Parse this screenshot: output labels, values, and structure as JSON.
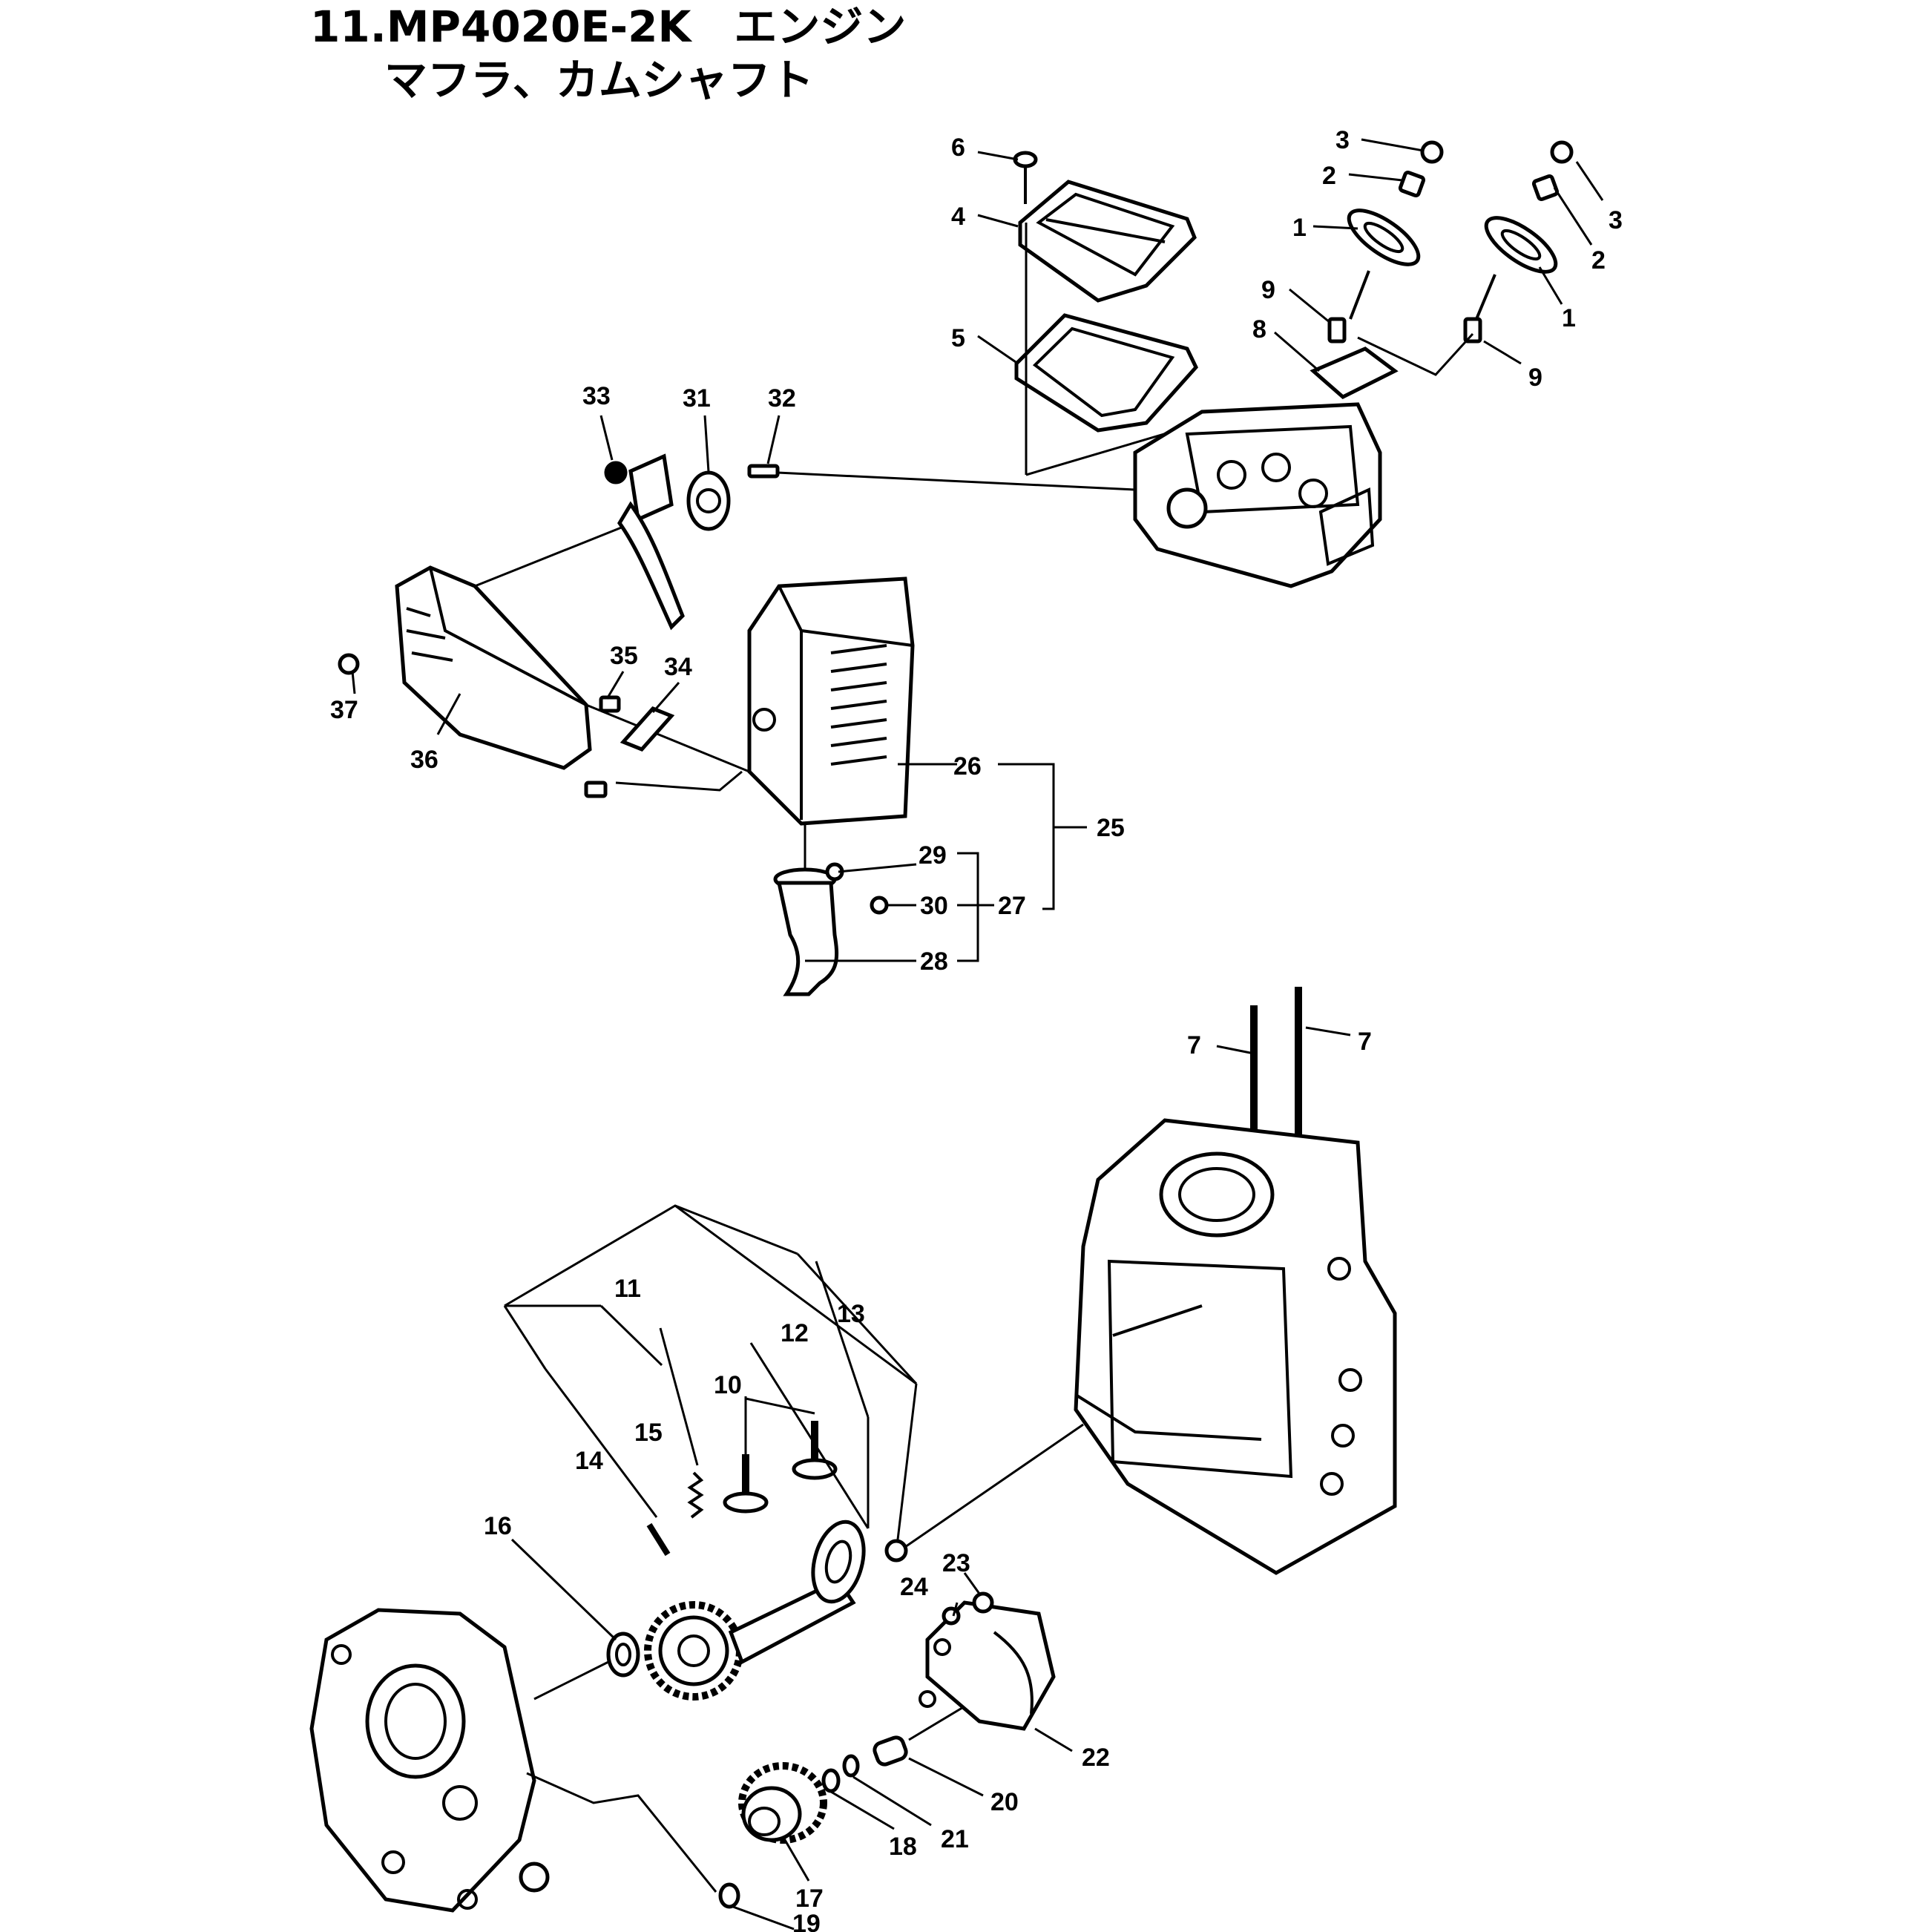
{
  "title": {
    "line1": "11.MP4020E-2K　エンジン",
    "line2": "マフラ、カムシャフト"
  },
  "callouts": {
    "c1a": "1",
    "c1b": "1",
    "c2a": "2",
    "c2b": "2",
    "c3a": "3",
    "c3b": "3",
    "c4": "4",
    "c5": "5",
    "c6": "6",
    "c7a": "7",
    "c7b": "7",
    "c8": "8",
    "c9a": "9",
    "c9b": "9",
    "c10": "10",
    "c11": "11",
    "c12": "12",
    "c13": "13",
    "c14": "14",
    "c15": "15",
    "c16": "16",
    "c17": "17",
    "c18": "18",
    "c19": "19",
    "c20": "20",
    "c21": "21",
    "c22": "22",
    "c23": "23",
    "c24": "24",
    "c25": "25",
    "c26": "26",
    "c27": "27",
    "c28": "28",
    "c29": "29",
    "c30": "30",
    "c31": "31",
    "c32": "32",
    "c33": "33",
    "c34": "34",
    "c35": "35",
    "c36": "36",
    "c37": "37"
  }
}
